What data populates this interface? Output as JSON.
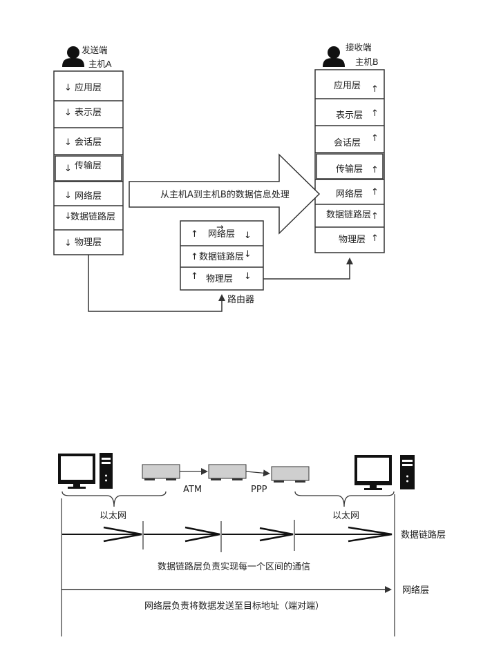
{
  "sender": {
    "role": "发送端",
    "host": "主机A",
    "layers": [
      {
        "name": "应用层",
        "arrow": "↓"
      },
      {
        "name": "表示层",
        "arrow": "↓"
      },
      {
        "name": "会话层",
        "arrow": "↓"
      },
      {
        "name": "传输层",
        "arrow": "↓"
      },
      {
        "name": "网络层",
        "arrow": "↓"
      },
      {
        "name": "数据链路层",
        "arrow": "↓"
      },
      {
        "name": "物理层",
        "arrow": "↓"
      }
    ]
  },
  "receiver": {
    "role": "接收端",
    "host": "主机B",
    "layers": [
      {
        "name": "应用层",
        "arrow": "↑"
      },
      {
        "name": "表示层",
        "arrow": "↑"
      },
      {
        "name": "会话层",
        "arrow": "↑"
      },
      {
        "name": "传输层",
        "arrow": "↑"
      },
      {
        "name": "网络层",
        "arrow": "↑"
      },
      {
        "name": "数据链路层",
        "arrow": "↑"
      },
      {
        "name": "物理层",
        "arrow": "↑"
      }
    ]
  },
  "router": {
    "label": "路由器",
    "layers": [
      {
        "name": "网络层",
        "up": "↑",
        "down": "↓",
        "across": "→"
      },
      {
        "name": "数据链路层",
        "up": "↑",
        "down": "↓"
      },
      {
        "name": "物理层",
        "up": "↑",
        "down": "↓"
      }
    ]
  },
  "big_arrow_text": "从主机A到主机B的数据信息处理",
  "links": {
    "atm": "ATM",
    "ppp": "PPP"
  },
  "ethernet": {
    "left": "以太网",
    "right": "以太网"
  },
  "datalink": {
    "label": "数据链路层",
    "caption": "数据链路层负责实现每一个区间的通信"
  },
  "network": {
    "label": "网络层",
    "caption": "网络层负责将数据发送至目标地址（端对端）"
  }
}
